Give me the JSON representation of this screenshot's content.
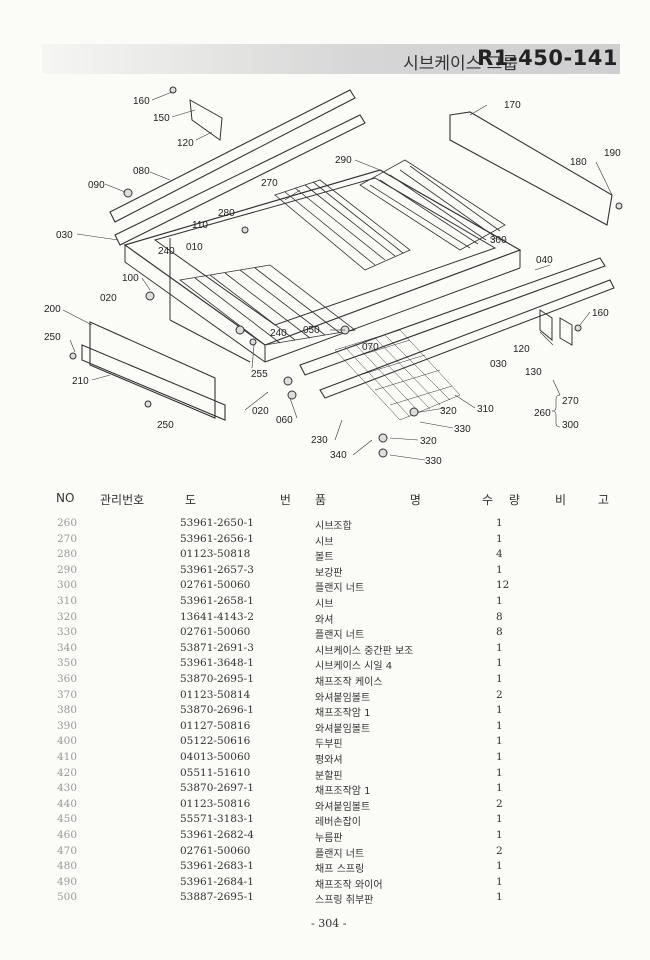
{
  "header": {
    "title": "시브케이스 그룹",
    "code": "R1-450-141"
  },
  "diagram": {
    "callouts": [
      "160",
      "150",
      "120",
      "080",
      "090",
      "030",
      "240",
      "110",
      "280",
      "010",
      "270",
      "290",
      "170",
      "180",
      "190",
      "300",
      "040",
      "100",
      "020",
      "200",
      "250",
      "210",
      "240",
      "050",
      "255",
      "070",
      "020",
      "060",
      "230",
      "340",
      "320",
      "330",
      "310",
      "030",
      "120",
      "130",
      "160",
      "260",
      "270",
      "300",
      "250",
      "330",
      "320"
    ]
  },
  "table": {
    "headers": {
      "no": "NO",
      "mgmt": "관리번호",
      "drawing": "도  번",
      "part": "품  명",
      "qty": "수 량",
      "note": "비 고"
    },
    "rows": [
      {
        "no": "260",
        "part_no": "53961-2650-1",
        "name": "시브조합",
        "qty": "1"
      },
      {
        "no": "270",
        "part_no": "53961-2656-1",
        "name": "시브",
        "qty": "1"
      },
      {
        "no": "280",
        "part_no": "01123-50818",
        "name": "볼트",
        "qty": "4"
      },
      {
        "no": "290",
        "part_no": "53961-2657-3",
        "name": "보강판",
        "qty": "1"
      },
      {
        "no": "300",
        "part_no": "02761-50060",
        "name": "플랜지 너트",
        "qty": "12"
      },
      {
        "no": "310",
        "part_no": "53961-2658-1",
        "name": "시브",
        "qty": "1"
      },
      {
        "no": "320",
        "part_no": "13641-4143-2",
        "name": "와셔",
        "qty": "8"
      },
      {
        "no": "330",
        "part_no": "02761-50060",
        "name": "플랜지 너트",
        "qty": "8"
      },
      {
        "no": "340",
        "part_no": "53871-2691-3",
        "name": "시브케이스 중간판 보조",
        "qty": "1"
      },
      {
        "no": "350",
        "part_no": "53961-3648-1",
        "name": "시브케이스 시일 4",
        "qty": "1"
      },
      {
        "no": "360",
        "part_no": "53870-2695-1",
        "name": "채프조작 케이스",
        "qty": "1"
      },
      {
        "no": "370",
        "part_no": "01123-50814",
        "name": "와셔붙임볼트",
        "qty": "2"
      },
      {
        "no": "380",
        "part_no": "53870-2696-1",
        "name": "채프조작암 1",
        "qty": "1"
      },
      {
        "no": "390",
        "part_no": "01127-50816",
        "name": "와셔붙임볼트",
        "qty": "1"
      },
      {
        "no": "400",
        "part_no": "05122-50616",
        "name": "두부핀",
        "qty": "1"
      },
      {
        "no": "410",
        "part_no": "04013-50060",
        "name": "평와셔",
        "qty": "1"
      },
      {
        "no": "420",
        "part_no": "05511-51610",
        "name": "분할핀",
        "qty": "1"
      },
      {
        "no": "430",
        "part_no": "53870-2697-1",
        "name": "채프조작암 1",
        "qty": "1"
      },
      {
        "no": "440",
        "part_no": "01123-50816",
        "name": "와셔붙임볼트",
        "qty": "2"
      },
      {
        "no": "450",
        "part_no": "55571-3183-1",
        "name": "레버손잡이",
        "qty": "1"
      },
      {
        "no": "460",
        "part_no": "53961-2682-4",
        "name": "누름판",
        "qty": "1"
      },
      {
        "no": "470",
        "part_no": "02761-50060",
        "name": "플랜지 너트",
        "qty": "2"
      },
      {
        "no": "480",
        "part_no": "53961-2683-1",
        "name": "채프 스프링",
        "qty": "1"
      },
      {
        "no": "490",
        "part_no": "53961-2684-1",
        "name": "채프조작 와이어",
        "qty": "1"
      },
      {
        "no": "500",
        "part_no": "53887-2695-1",
        "name": "스프링 취부판",
        "qty": "1"
      }
    ]
  },
  "footer": {
    "page": "- 304 -"
  }
}
